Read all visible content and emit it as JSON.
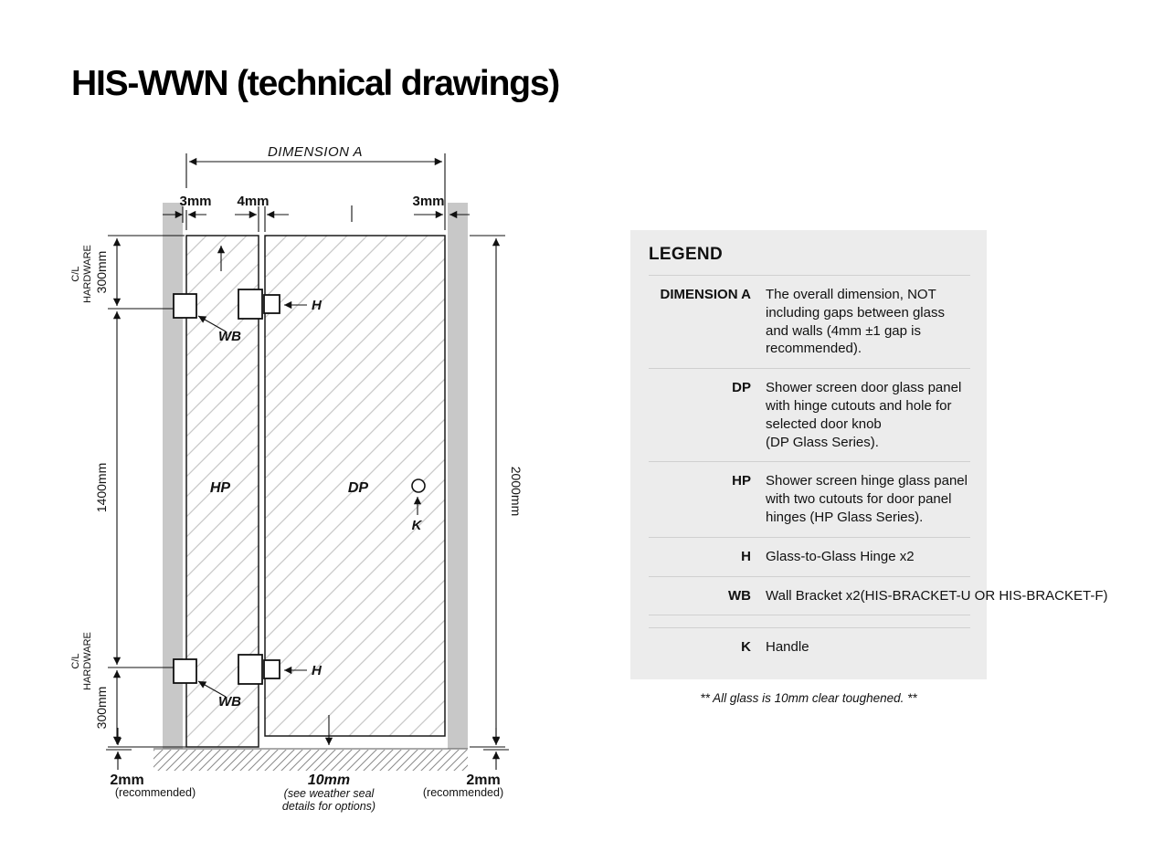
{
  "page": {
    "title": "HIS-WWN (technical drawings)"
  },
  "diagram": {
    "dimension_a": "DIMENSION A",
    "gap_left": "3mm",
    "gap_mid": "4mm",
    "gap_right": "3mm",
    "height_total": "2000mm",
    "dim_top": "300mm",
    "dim_mid": "1400mm",
    "dim_bottom": "300mm",
    "cl_line1": "C/L",
    "cl_line2": "HARDWARE",
    "label_hp": "HP",
    "label_dp": "DP",
    "label_h": "H",
    "label_wb": "WB",
    "label_k": "K",
    "floor_gap_left": "2mm",
    "floor_gap_left_note": "(recommended)",
    "floor_gap_mid": "10mm",
    "floor_gap_mid_note1": "(see weather seal",
    "floor_gap_mid_note2": "details for options)",
    "floor_gap_right": "2mm",
    "floor_gap_right_note": "(recommended)"
  },
  "legend": {
    "title": "LEGEND",
    "rows": [
      {
        "term": "DIMENSION A",
        "desc": "The overall dimension, NOT\nincluding gaps between glass\nand walls (4mm ±1 gap is\nrecommended)."
      },
      {
        "term": "DP",
        "desc": "Shower screen door glass panel\nwith hinge cutouts and hole for\nselected door knob\n(DP Glass Series)."
      },
      {
        "term": "HP",
        "desc": "Shower screen hinge glass panel\nwith two cutouts for door panel\nhinges (HP Glass Series)."
      },
      {
        "term": "H",
        "desc": "Glass-to-Glass Hinge x2"
      },
      {
        "term": "WB",
        "desc": "Wall Bracket x2(HIS-BRACKET-U OR HIS-BRACKET-F)"
      },
      {
        "term": "K",
        "desc": "Handle"
      }
    ],
    "footnote": "** All glass is 10mm clear toughened. **"
  },
  "colors": {
    "wall": "#c8c8c8",
    "hatch": "#c9c9c9",
    "legend-bg": "#ececec",
    "divider": "#d0d0d0"
  }
}
